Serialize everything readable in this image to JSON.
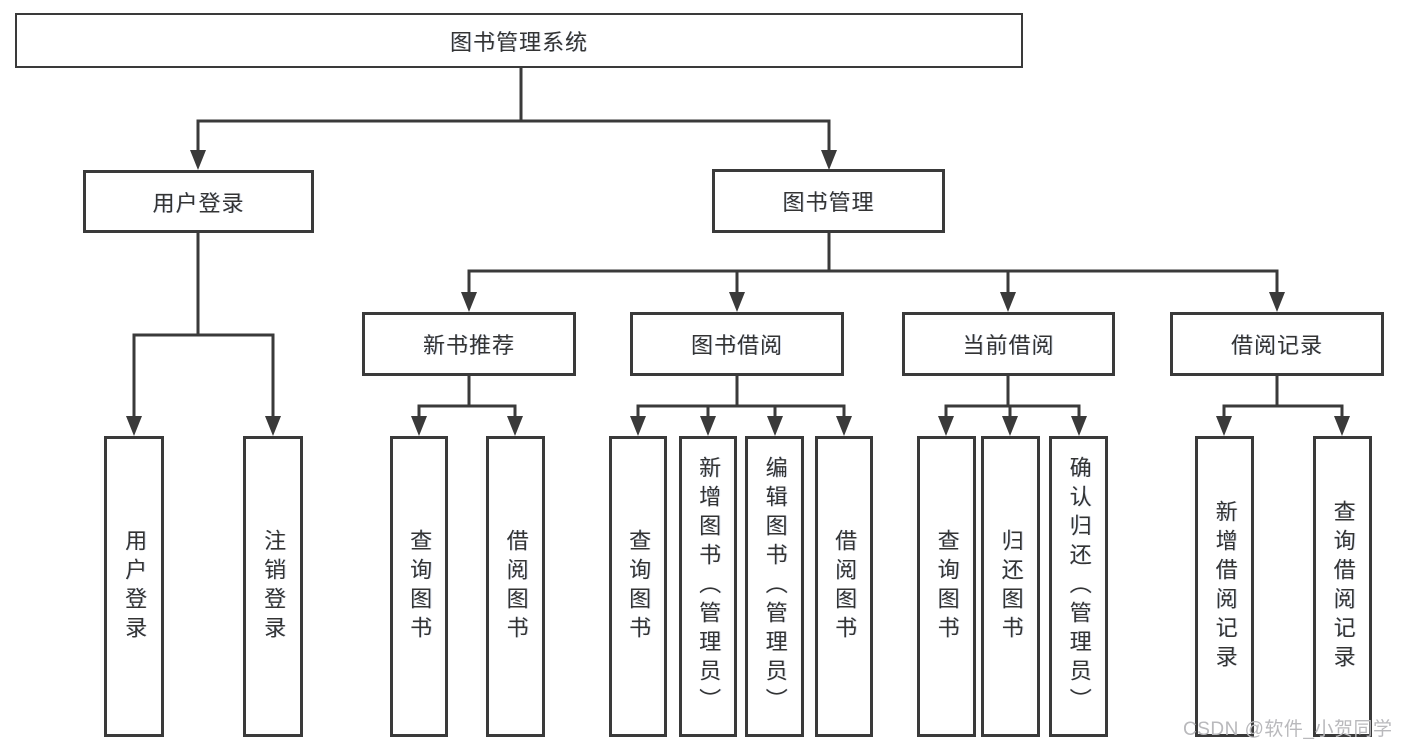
{
  "diagram": {
    "root": "图书管理系统",
    "branches": [
      {
        "label": "用户登录",
        "children": [
          "用户登录",
          "注销登录"
        ]
      },
      {
        "label": "图书管理",
        "groups": [
          {
            "label": "新书推荐",
            "children": [
              "查询图书",
              "借阅图书"
            ]
          },
          {
            "label": "图书借阅",
            "children": [
              "查询图书",
              "新增图书（管理员）",
              "编辑图书（管理员）",
              "借阅图书"
            ]
          },
          {
            "label": "当前借阅",
            "children": [
              "查询图书",
              "归还图书",
              "确认归还（管理员）"
            ]
          },
          {
            "label": "借阅记录",
            "children": [
              "新增借阅记录",
              "查询借阅记录"
            ]
          }
        ]
      }
    ]
  },
  "watermark": "CSDN @软件_小贺同学",
  "colors": {
    "line": "#3a3a3a",
    "text": "#333333",
    "box_fill": "#ffffff",
    "watermark": "#b9b9bc"
  }
}
